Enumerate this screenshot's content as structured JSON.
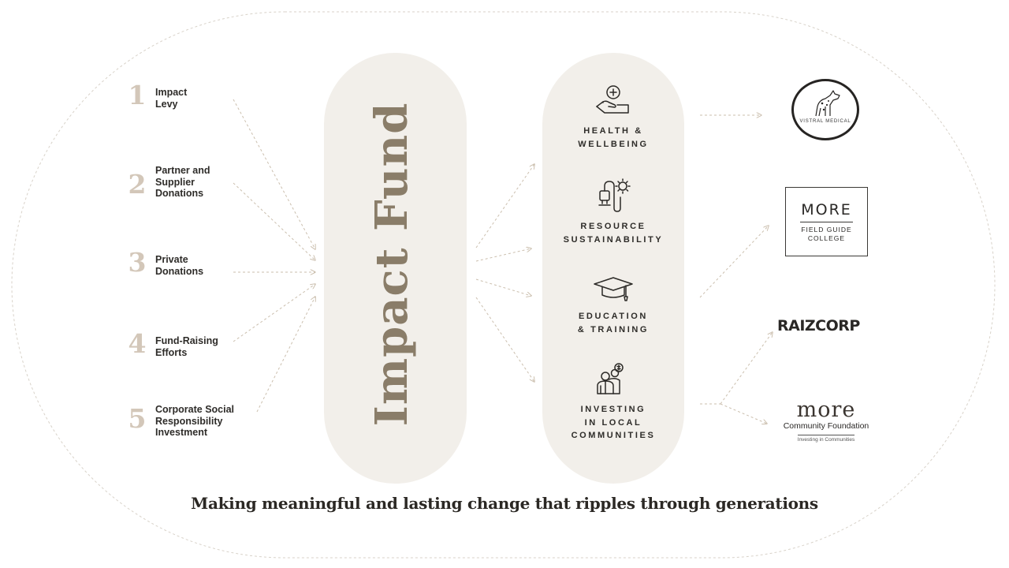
{
  "sources": [
    {
      "number": "1",
      "label": "Impact\nLevy"
    },
    {
      "number": "2",
      "label": "Partner and\nSupplier\nDonations"
    },
    {
      "number": "3",
      "label": "Private\nDonations"
    },
    {
      "number": "4",
      "label": "Fund-Raising\nEfforts"
    },
    {
      "number": "5",
      "label": "Corporate Social\nResponsibility\nInvestment"
    }
  ],
  "fund": {
    "title": "Impact Fund"
  },
  "impact_areas": [
    {
      "label": "HEALTH &\nWELLBEING",
      "icon": "hand-medical-cross-icon"
    },
    {
      "label": "RESOURCE\nSUSTAINABILITY",
      "icon": "plug-sun-icon"
    },
    {
      "label": "EDUCATION\n& TRAINING",
      "icon": "graduation-cap-icon"
    },
    {
      "label": "INVESTING\nIN LOCAL\nCOMMUNITIES",
      "icon": "community-coin-icon"
    }
  ],
  "partners": {
    "medical": {
      "text": "VISTRAL MEDICAL"
    },
    "fgc": {
      "logo": "MORE",
      "subtitle": "FIELD GUIDE\nCOLLEGE"
    },
    "raizcorp": {
      "name": "RAIZCORP"
    },
    "more_cf": {
      "logo": "more",
      "name": "Community Foundation",
      "tagline": "Investing in Communities"
    }
  },
  "tagline": "Making meaningful and lasting change that ripples through generations",
  "colors": {
    "pill": "#f2efea",
    "accent": "#8a7d69",
    "number": "#d3c7b9",
    "text": "#2b2926",
    "connector": "#cbbfae"
  }
}
